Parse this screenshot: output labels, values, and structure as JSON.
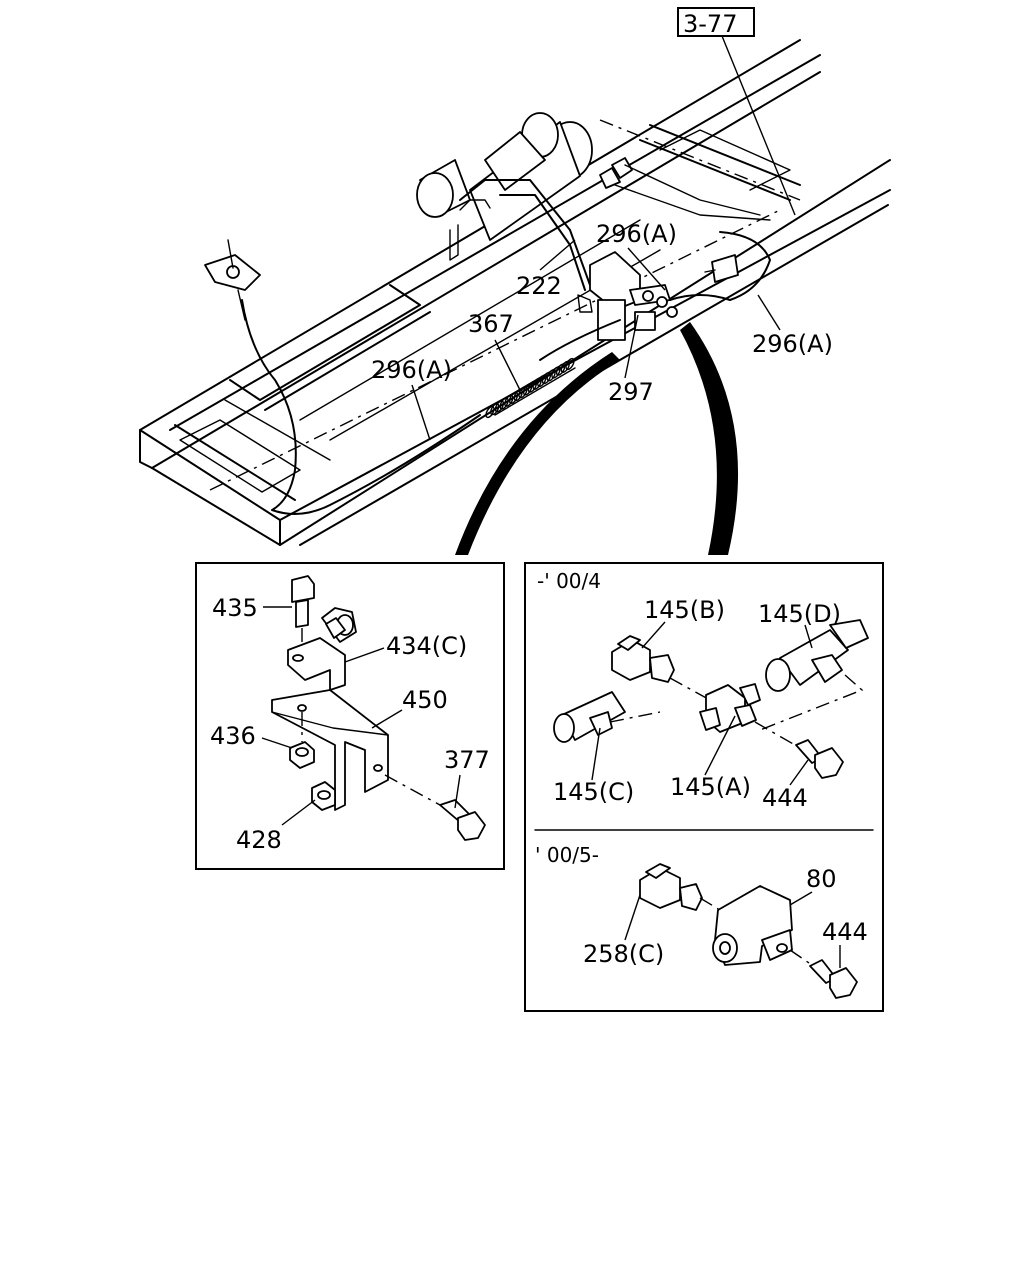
{
  "ref": {
    "text": "3-77"
  },
  "main_labels": {
    "l296a_top": "296(A)",
    "l222": "222",
    "l296a_right": "296(A)",
    "l367": "367",
    "l296a_left": "296(A)",
    "l297": "297"
  },
  "left_box": {
    "l435": "435",
    "l434c": "434(C)",
    "l450": "450",
    "l436": "436",
    "l377": "377",
    "l428": "428"
  },
  "right_box": {
    "period_upper": "-' 00/4",
    "period_lower": "' 00/5-",
    "l145b": "145(B)",
    "l145d": "145(D)",
    "l145c": "145(C)",
    "l145a": "145(A)",
    "l444_upper": "444",
    "l80": "80",
    "l258c": "258(C)",
    "l444_lower": "444"
  }
}
